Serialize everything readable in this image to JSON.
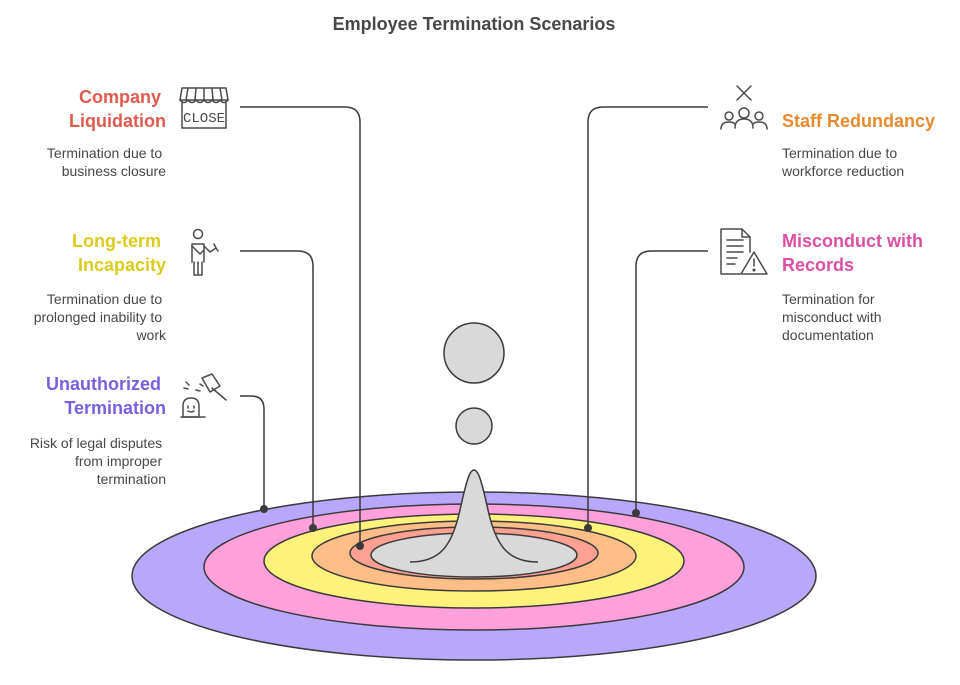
{
  "title": "Employee Termination Scenarios",
  "colors": {
    "company_liquidation": "#e05a50",
    "staff_redundancy": "#e88a2e",
    "long_term_incapacity": "#dccb1f",
    "misconduct_with_records": "#dd4fa3",
    "unauthorized_termination": "#7a5fe0",
    "ring_outer": "#b8a7fb",
    "ring_2": "#ffa0dd",
    "ring_3": "#fff27c",
    "ring_4": "#ffbe87",
    "ring_5": "#ffa092",
    "ring_inner": "#d9d9d9"
  },
  "items": {
    "company_liquidation": {
      "title_lines": [
        "Company",
        "Liquidation"
      ],
      "desc_lines": [
        "Termination due to",
        "business closure"
      ],
      "icon": "closed-shop-icon",
      "icon_text": "CLOSE"
    },
    "long_term_incapacity": {
      "title_lines": [
        "Long-term",
        "Incapacity"
      ],
      "desc_lines": [
        "Termination due to",
        "prolonged inability to",
        "work"
      ],
      "icon": "injured-person-icon"
    },
    "unauthorized_termination": {
      "title_lines": [
        "Unauthorized",
        "Termination"
      ],
      "desc_lines": [
        "Risk of legal disputes",
        "from improper",
        "termination"
      ],
      "icon": "gavel-icon"
    },
    "staff_redundancy": {
      "title_lines": [
        "Staff Redundancy"
      ],
      "desc_lines": [
        "Termination due to",
        "workforce reduction"
      ],
      "icon": "remove-group-icon"
    },
    "misconduct_with_records": {
      "title_lines": [
        "Misconduct with",
        "Records"
      ],
      "desc_lines": [
        "Termination for",
        "misconduct with",
        "documentation"
      ],
      "icon": "document-warning-icon"
    }
  }
}
